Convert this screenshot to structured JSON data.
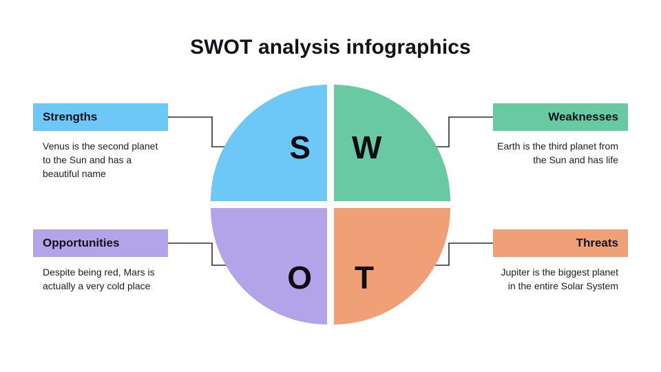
{
  "page": {
    "title": "SWOT analysis infographics",
    "background": "#ffffff"
  },
  "colors": {
    "strengths": "#6dc8f7",
    "weaknesses": "#68c9a3",
    "opportunities": "#b3a3e8",
    "threats": "#efa077",
    "connector_line": "#2b2b33",
    "text": "#12121a"
  },
  "wheel": {
    "quadrants": [
      {
        "id": "strengths",
        "letter": "S",
        "color": "#6dc8f7",
        "position": "top-left"
      },
      {
        "id": "weaknesses",
        "letter": "W",
        "color": "#68c9a3",
        "position": "top-right"
      },
      {
        "id": "opportunities",
        "letter": "O",
        "color": "#b3a3e8",
        "position": "bottom-left"
      },
      {
        "id": "threats",
        "letter": "T",
        "color": "#efa077",
        "position": "bottom-right"
      }
    ]
  },
  "blocks": {
    "strengths": {
      "label": "Strengths",
      "body": "Venus is the second planet to the Sun and has a beautiful name"
    },
    "weaknesses": {
      "label": "Weaknesses",
      "body": "Earth is the third planet from the Sun and has life"
    },
    "opportunities": {
      "label": "Opportunities",
      "body": "Despite being red, Mars is actually a very cold place"
    },
    "threats": {
      "label": "Threats",
      "body": "Jupiter is the biggest planet in the entire Solar System"
    }
  }
}
